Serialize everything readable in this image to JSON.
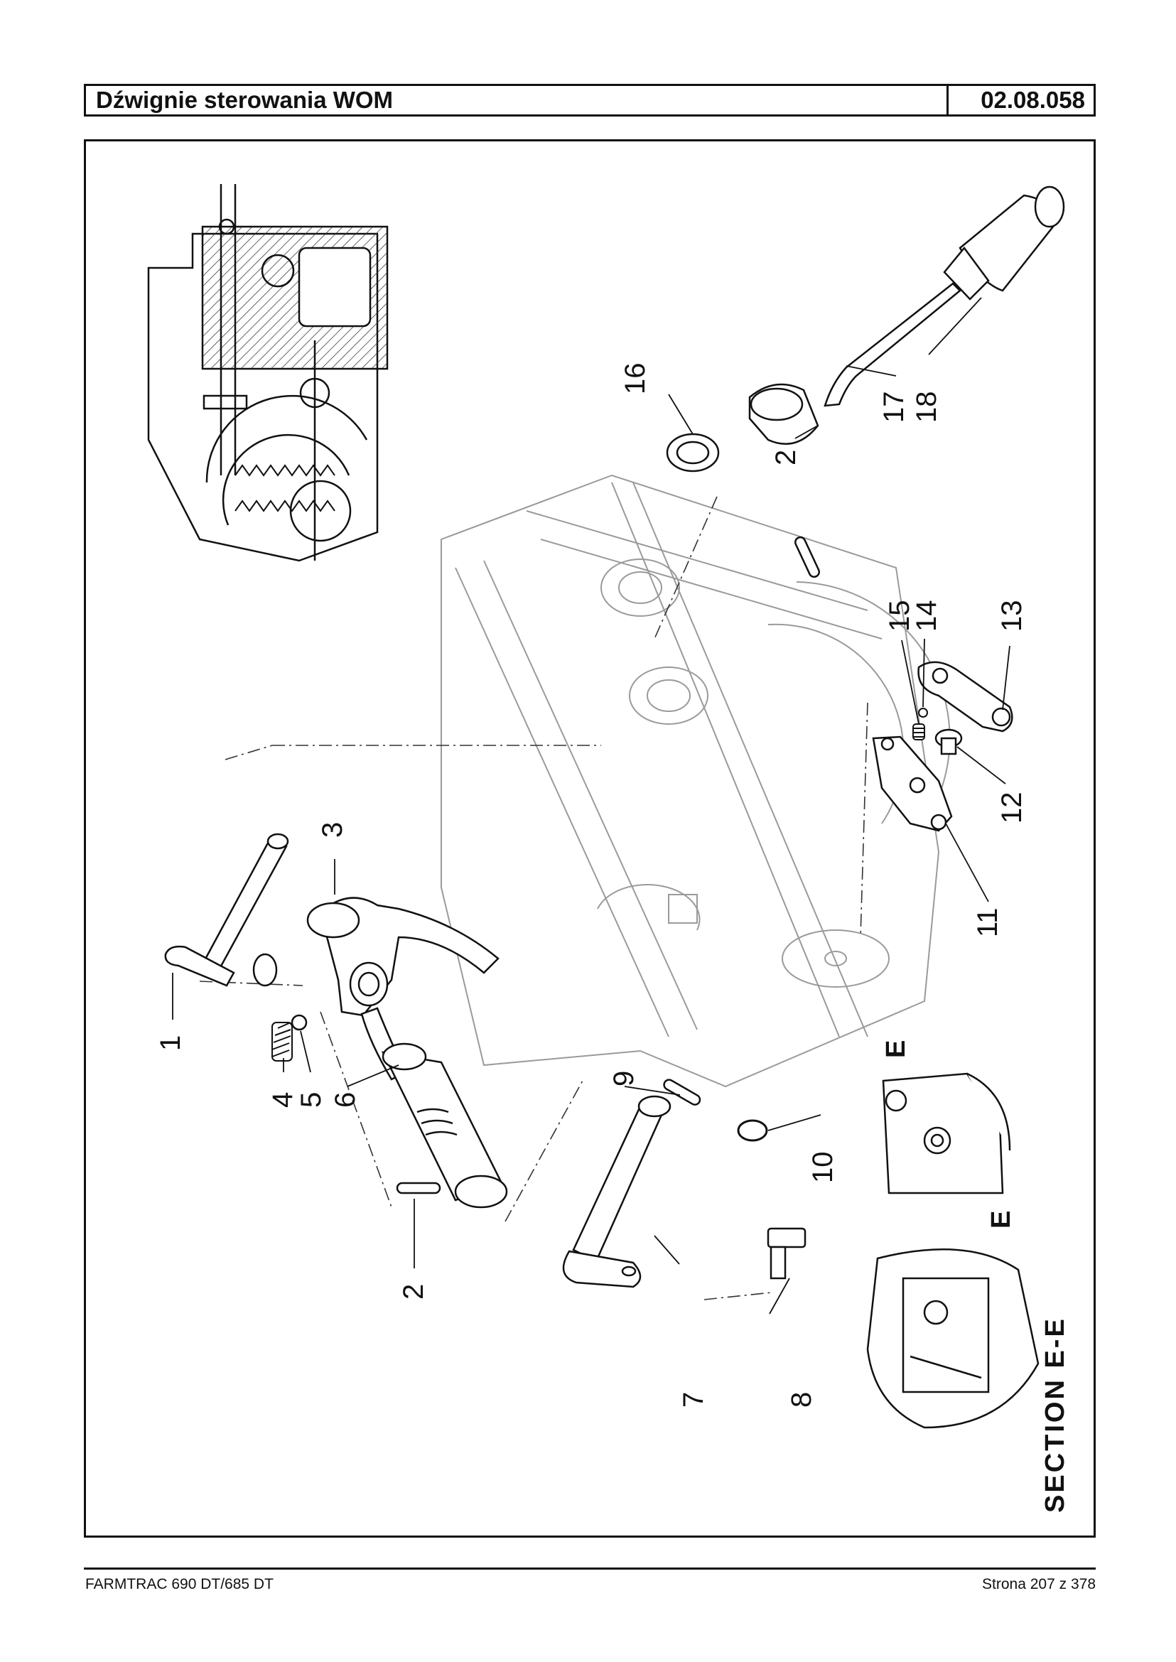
{
  "header": {
    "title": "Dźwignie sterowania WOM",
    "code": "02.08.058"
  },
  "diagram": {
    "callouts": [
      "1",
      "2",
      "3",
      "4",
      "5",
      "6",
      "7",
      "8",
      "9",
      "10",
      "11",
      "12",
      "13",
      "14",
      "15",
      "16",
      "17",
      "18",
      "2"
    ],
    "section_label": "SECTION  E-E",
    "section_marker": "E"
  },
  "footer": {
    "left": "FARMTRAC 690 DT/685 DT",
    "right": "Strona 207 z 378"
  }
}
